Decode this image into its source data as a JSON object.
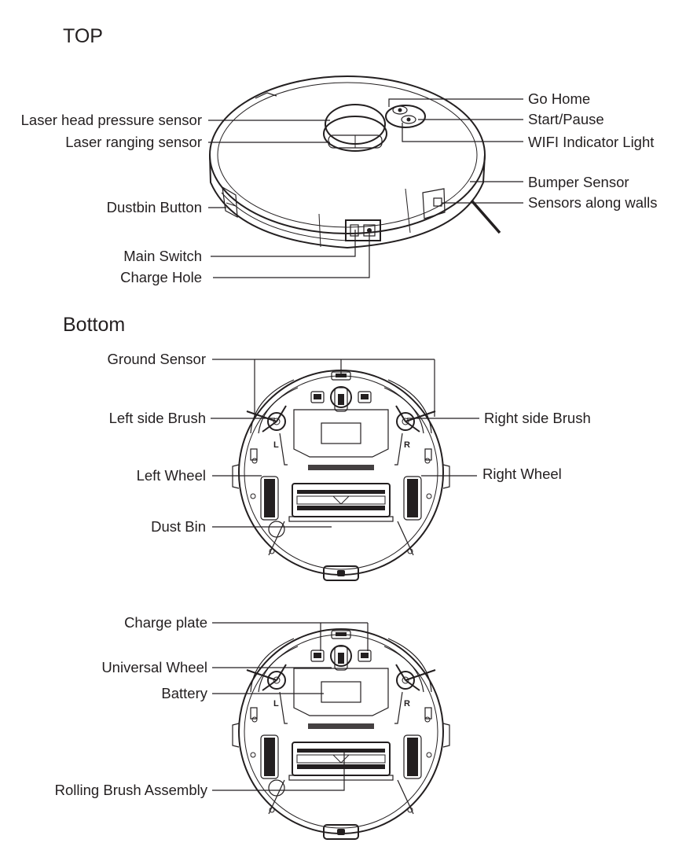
{
  "sections": {
    "top": "TOP",
    "bottom": "Bottom"
  },
  "top_labels": {
    "laser_head_pressure_sensor": "Laser head pressure sensor",
    "laser_ranging_sensor": "Laser ranging sensor",
    "dustbin_button": "Dustbin Button",
    "main_switch": "Main Switch",
    "charge_hole": "Charge Hole",
    "go_home": "Go Home",
    "start_pause": "Start/Pause",
    "wifi_indicator_light": "WIFI Indicator Light",
    "bumper_sensor": "Bumper Sensor",
    "sensors_along_walls": "Sensors along walls"
  },
  "bottom_labels": {
    "ground_sensor": "Ground Sensor",
    "left_side_brush": "Left side Brush",
    "right_side_brush": "Right side Brush",
    "left_wheel": "Left Wheel",
    "right_wheel": "Right Wheel",
    "dust_bin": "Dust Bin"
  },
  "bottom2_labels": {
    "charge_plate": "Charge plate",
    "universal_wheel": "Universal Wheel",
    "battery": "Battery",
    "rolling_brush_assembly": "Rolling Brush Assembly"
  },
  "wheel_marks": {
    "left": "L",
    "right": "R"
  }
}
